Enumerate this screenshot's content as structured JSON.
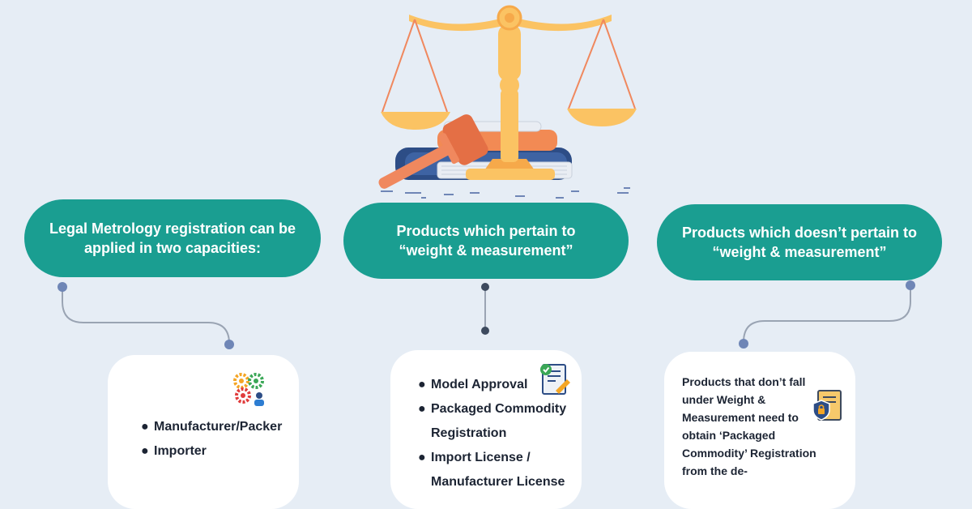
{
  "colors": {
    "background": "#e6edf5",
    "pill": "#1a9e91",
    "connector": "#9aa4b3",
    "node": "#6f86b6",
    "node_dark": "#3d4a5e",
    "scale_gold": "#fbc363",
    "scale_orange": "#f0885e",
    "book_blue": "#2d4d86"
  },
  "pills": {
    "left": "Legal Metrology registration can be applied in two capacities:",
    "center_line1": "Products which pertain to",
    "center_line2": "“weight & measurement”",
    "right_line1": "Products which doesn’t pertain to",
    "right_line2": "“weight & measurement”"
  },
  "cards": {
    "left": {
      "icon": "gears-person-icon",
      "items": [
        "Manufacturer/Packer",
        "Importer"
      ]
    },
    "center": {
      "icon": "approved-document-icon",
      "items": [
        "Model Approval",
        "Packaged Commodity Registration",
        "Import License / Manufacturer License"
      ]
    },
    "right": {
      "icon": "secure-document-icon",
      "text": "Products that don’t fall under Weight & Measurement need to obtain ‘Packaged Commodity’ Registration from the de-"
    }
  },
  "bullet_glyph": "●",
  "illustration": {
    "icon": "scales-of-justice-gavel-books-icon"
  }
}
